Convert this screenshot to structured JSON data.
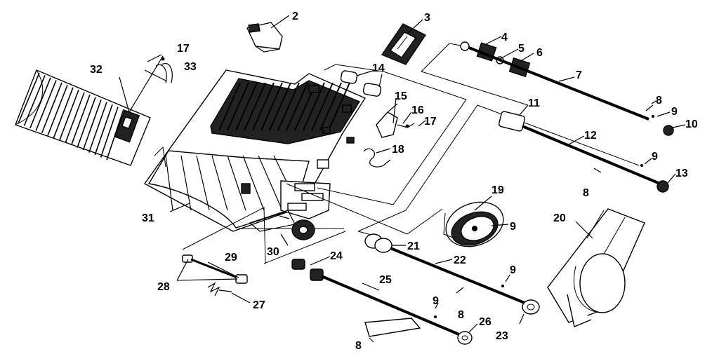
{
  "callouts": [
    {
      "id": "c2",
      "text": "2"
    },
    {
      "id": "c3",
      "text": "3"
    },
    {
      "id": "c4",
      "text": "4"
    },
    {
      "id": "c5",
      "text": "5"
    },
    {
      "id": "c6",
      "text": "6"
    },
    {
      "id": "c7",
      "text": "7"
    },
    {
      "id": "c8a",
      "text": "8"
    },
    {
      "id": "c9a",
      "text": "9"
    },
    {
      "id": "c10",
      "text": "10"
    },
    {
      "id": "c11",
      "text": "11"
    },
    {
      "id": "c12",
      "text": "12"
    },
    {
      "id": "c9b",
      "text": "9"
    },
    {
      "id": "c13",
      "text": "13"
    },
    {
      "id": "c8b",
      "text": "8"
    },
    {
      "id": "c14",
      "text": "14"
    },
    {
      "id": "c15",
      "text": "15"
    },
    {
      "id": "c16",
      "text": "16"
    },
    {
      "id": "c17a",
      "text": "17"
    },
    {
      "id": "c18",
      "text": "18"
    },
    {
      "id": "c17b",
      "text": "17"
    },
    {
      "id": "c32",
      "text": "32"
    },
    {
      "id": "c33",
      "text": "33"
    },
    {
      "id": "c19",
      "text": "19"
    },
    {
      "id": "c9c",
      "text": "9"
    },
    {
      "id": "c20",
      "text": "20"
    },
    {
      "id": "c31",
      "text": "31"
    },
    {
      "id": "c21",
      "text": "21"
    },
    {
      "id": "c22",
      "text": "22"
    },
    {
      "id": "c30",
      "text": "30"
    },
    {
      "id": "c29",
      "text": "29"
    },
    {
      "id": "c24",
      "text": "24"
    },
    {
      "id": "c9d",
      "text": "9"
    },
    {
      "id": "c28",
      "text": "28"
    },
    {
      "id": "c25",
      "text": "25"
    },
    {
      "id": "c27",
      "text": "27"
    },
    {
      "id": "c9e",
      "text": "9"
    },
    {
      "id": "c8c",
      "text": "8"
    },
    {
      "id": "c26",
      "text": "26"
    },
    {
      "id": "c23",
      "text": "23"
    },
    {
      "id": "c8d",
      "text": "8"
    }
  ]
}
